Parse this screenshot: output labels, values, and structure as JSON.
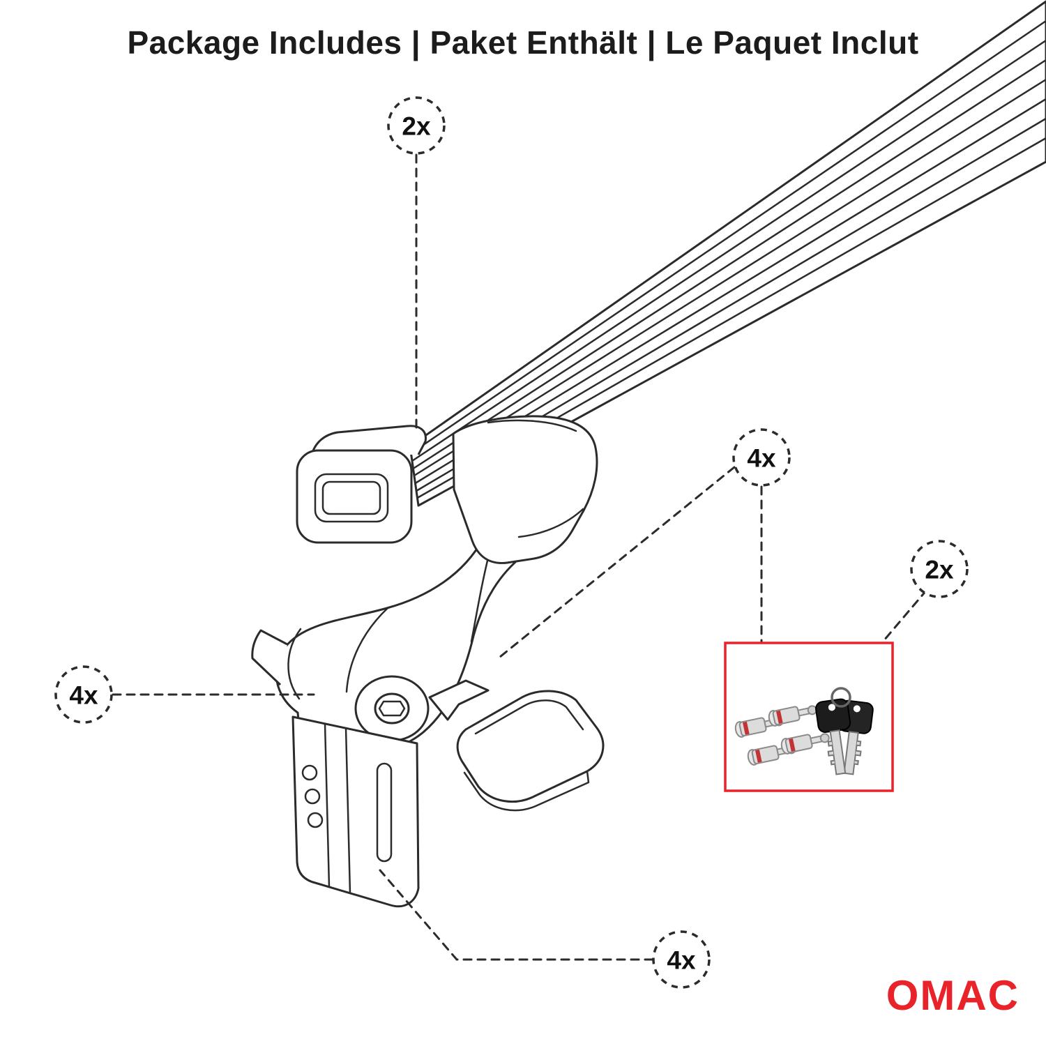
{
  "title": "Package Includes | Paket Enthält | Le Paquet Inclut",
  "colors": {
    "accent_red": "#e8232a",
    "line": "#2b2b2b"
  },
  "callouts": {
    "crossbar_qty": "2x",
    "lock_bolts_qty": "4x",
    "keys_qty": "2x",
    "foot_qty": "4x",
    "clamp_qty": "4x"
  },
  "logo_text": "OMAC"
}
